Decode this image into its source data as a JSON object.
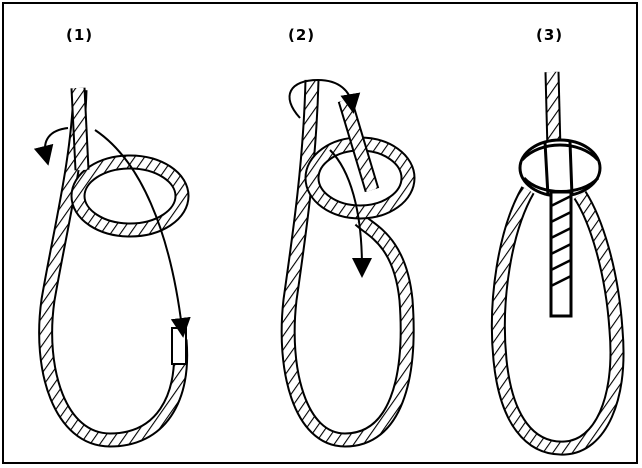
{
  "diagram": {
    "title": "",
    "steps": [
      {
        "label": "(1)"
      },
      {
        "label": "(2)"
      },
      {
        "label": "(3)"
      }
    ],
    "colors": {
      "rope_outline": "#000000",
      "rope_fill": "#ffffff",
      "background": "#ffffff"
    }
  }
}
